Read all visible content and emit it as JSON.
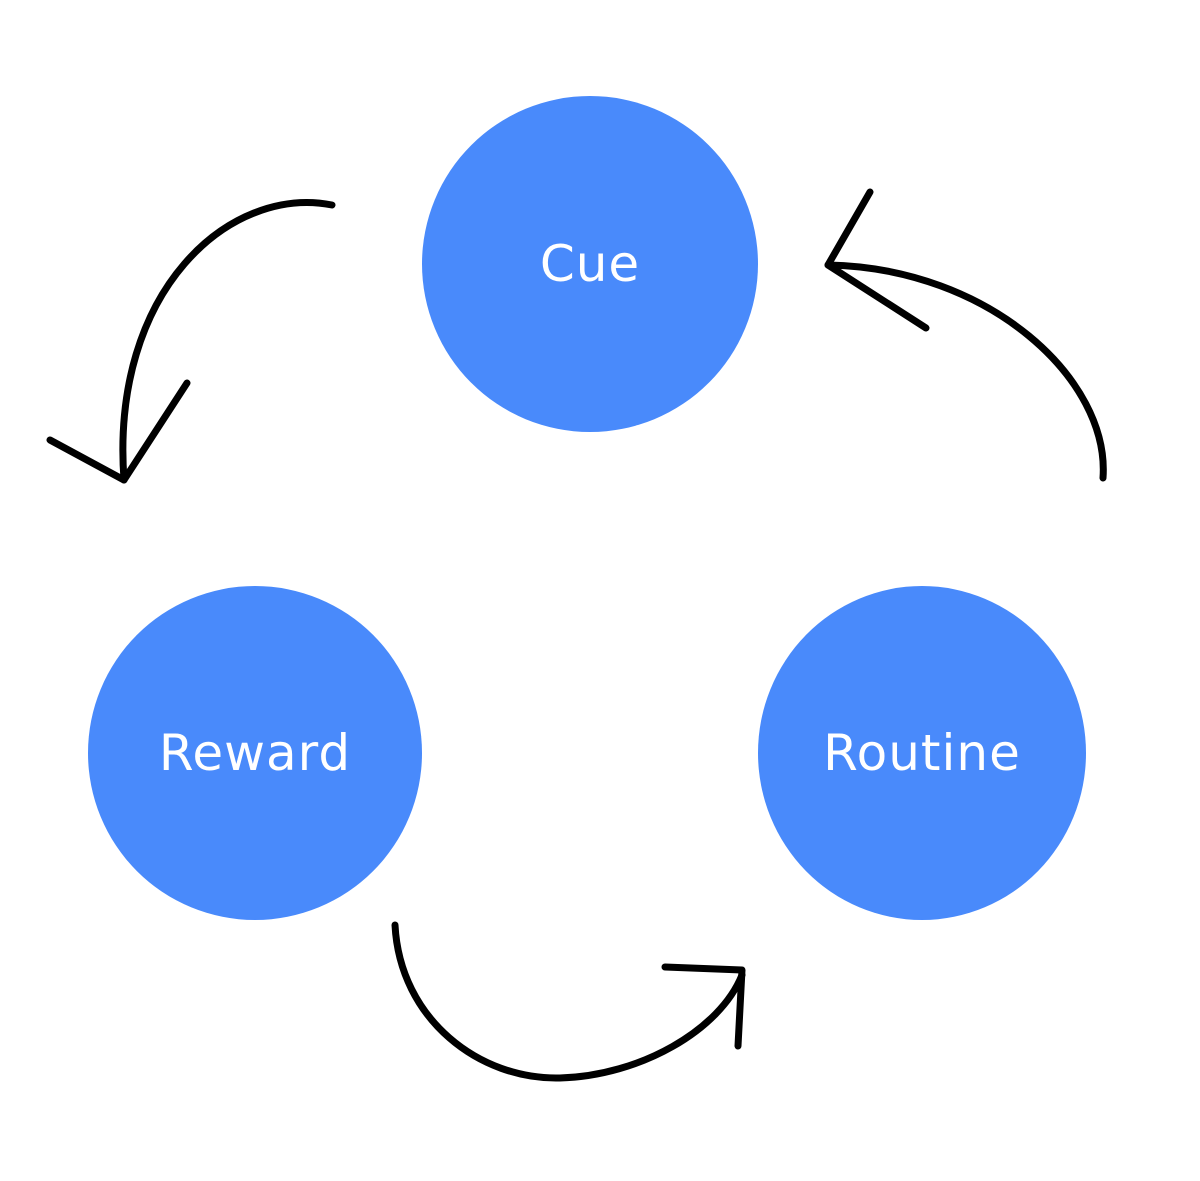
{
  "diagram": {
    "nodes": [
      {
        "id": "cue",
        "label": "Cue"
      },
      {
        "id": "routine",
        "label": "Routine"
      },
      {
        "id": "reward",
        "label": "Reward"
      }
    ],
    "edges": [
      {
        "from": "cue",
        "to": "reward"
      },
      {
        "from": "reward",
        "to": "routine"
      },
      {
        "from": "routine",
        "to": "cue"
      }
    ]
  },
  "colors": {
    "node_fill": "#498afb",
    "node_text": "#ffffff",
    "arrow": "#000000",
    "background": "#ffffff"
  }
}
